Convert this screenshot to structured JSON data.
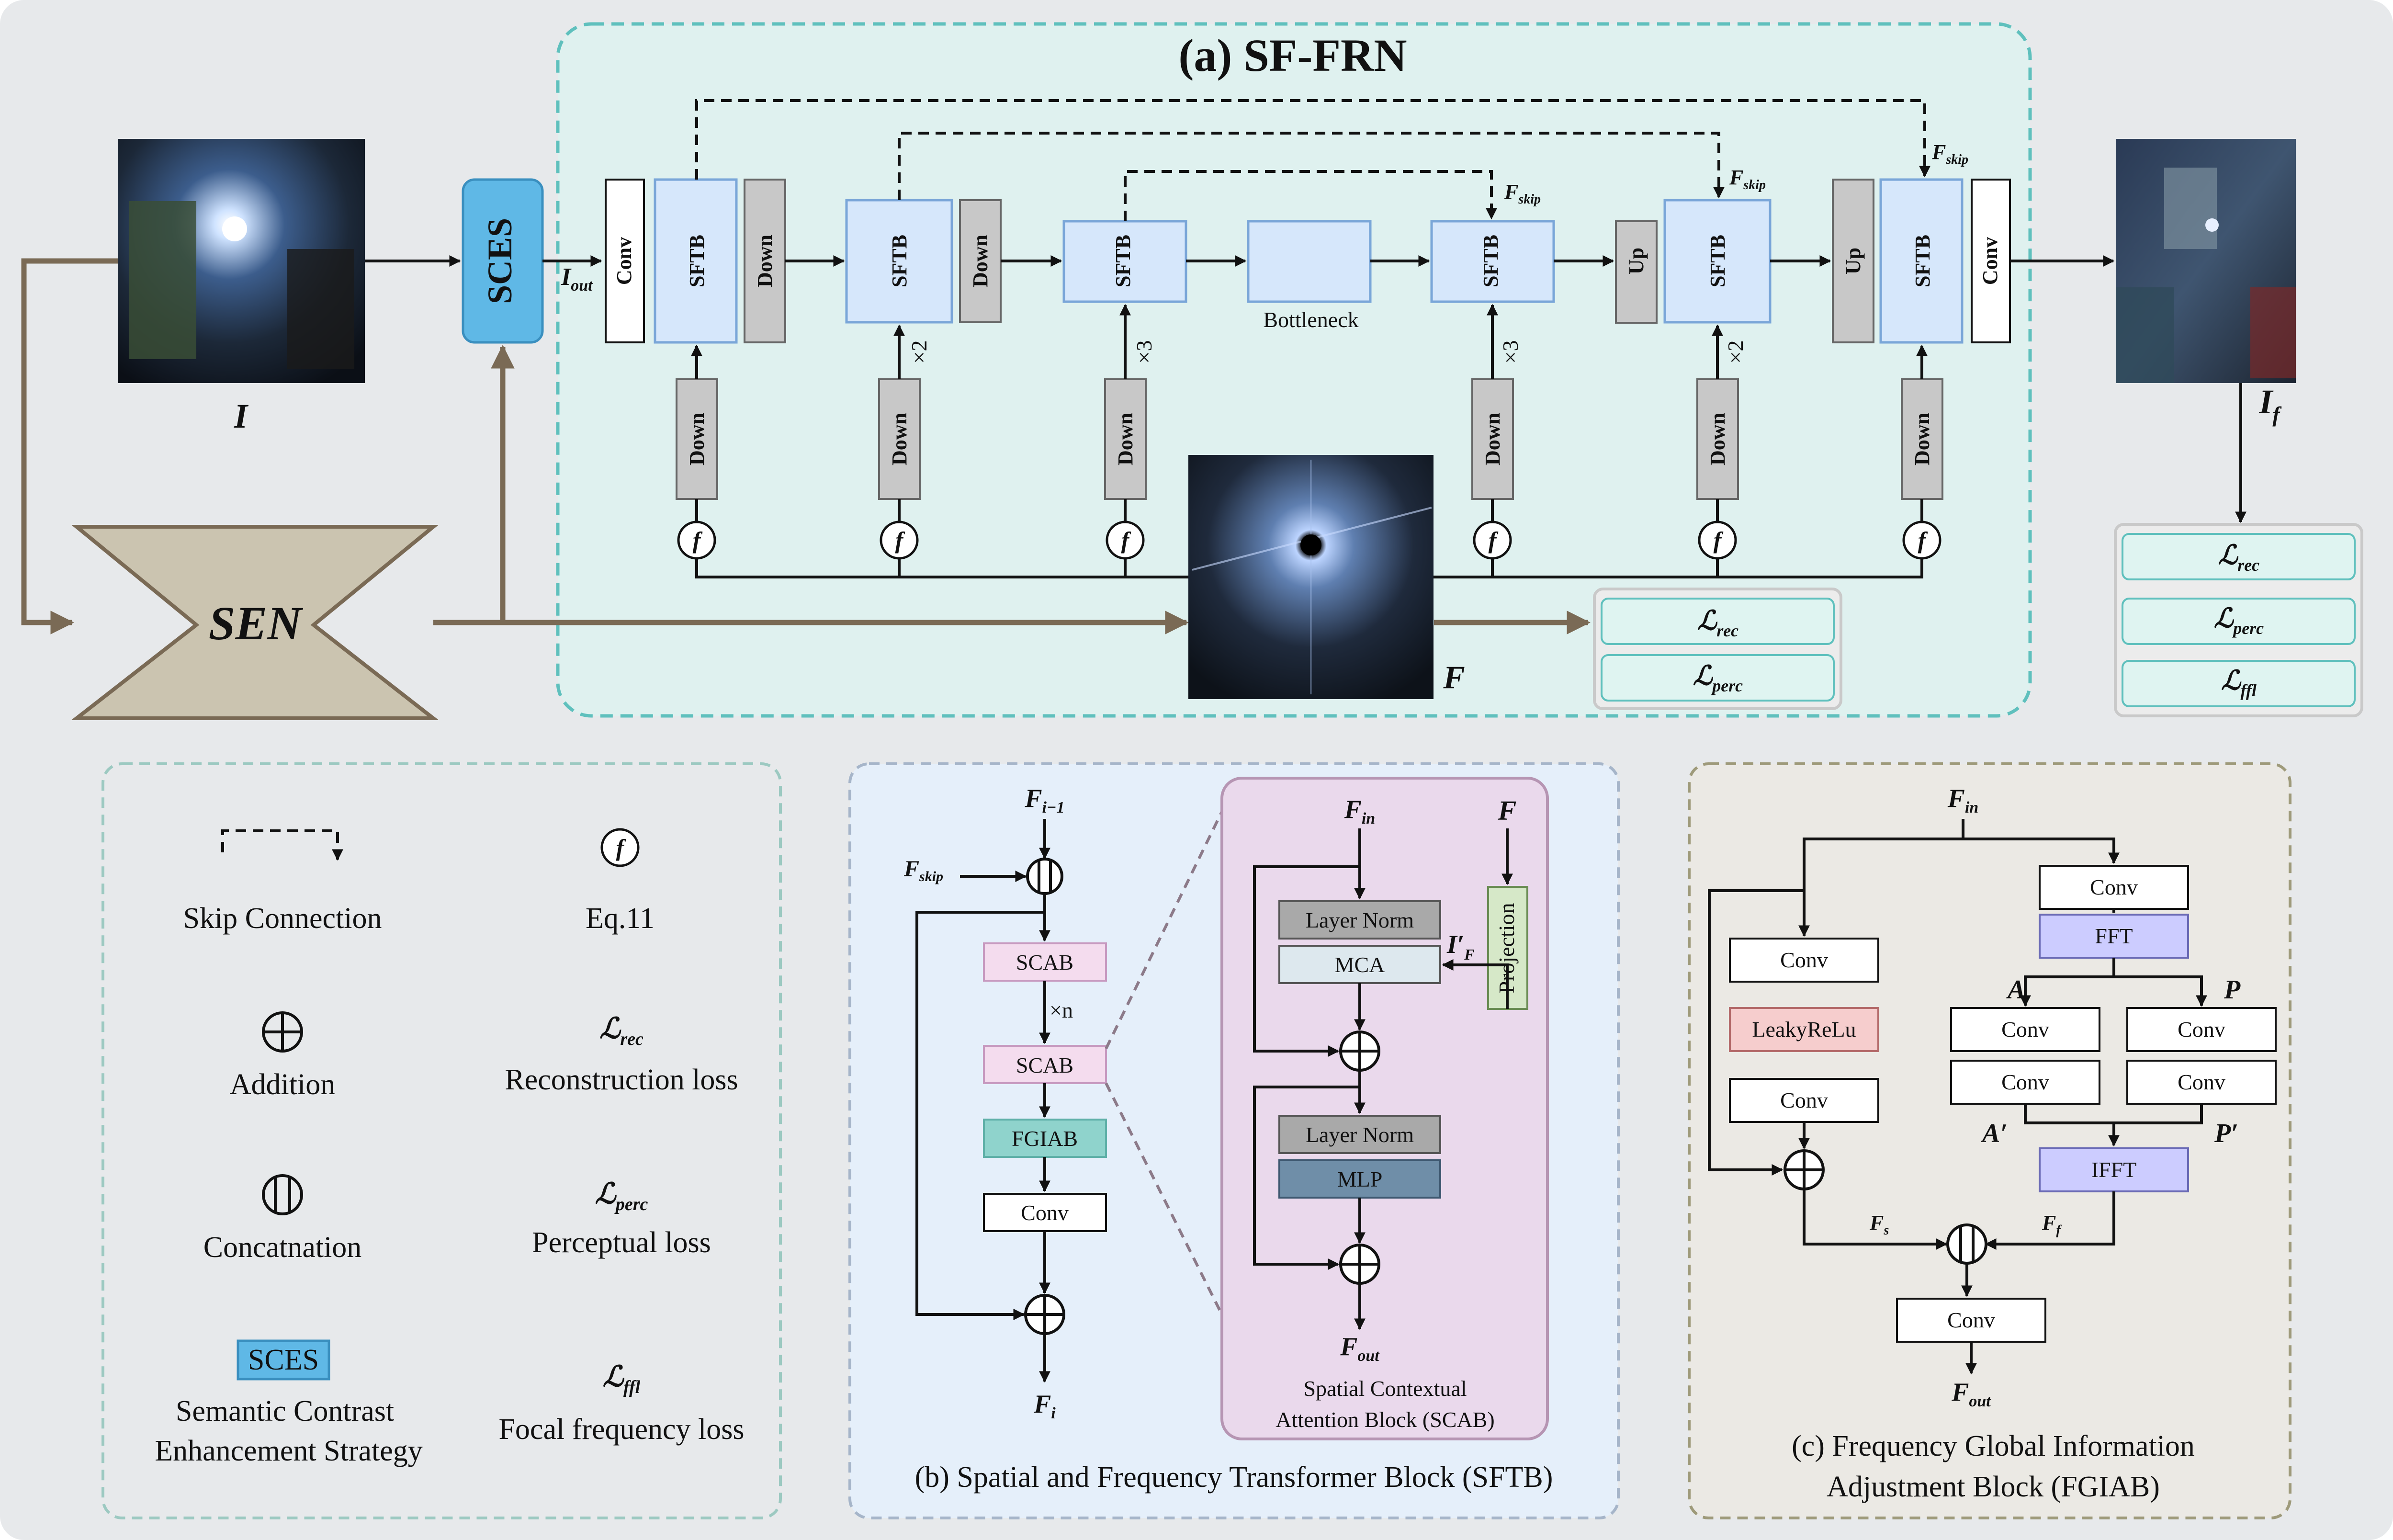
{
  "main_title": "(a) SF-FRN",
  "input_label": "I",
  "output_label": "I",
  "output_sub": "f",
  "sces_label": "SCES",
  "sen_label": "SEN",
  "iout": "I",
  "iout_sub": "out",
  "f_label": "F",
  "conv": "Conv",
  "sftb": "SFTB",
  "down": "Down",
  "up": "Up",
  "bottleneck": "Bottleneck",
  "fskip": "F",
  "fskip_sub": "skip",
  "f_op": "f",
  "x2": "×2",
  "x3": "×3",
  "loss_rec": "rec",
  "loss_perc": "perc",
  "loss_ffl": "ffl",
  "loss_symbol": "ℒ",
  "legend": {
    "skip": "Skip Connection",
    "eq": "Eq.11",
    "addition": "Addition",
    "rec": "Reconstruction loss",
    "concat": "Concatnation",
    "perc": "Perceptual loss",
    "sces_box": "SCES",
    "sces_line1": "Semantic Contrast",
    "sces_line2": "Enhancement Strategy",
    "ffl": "Focal frequency loss"
  },
  "sftb_block": {
    "fim1": "F",
    "fim1_sub": "i−1",
    "fskip": "F",
    "fskip_sub": "skip",
    "scab": "SCAB",
    "xn": "×n",
    "fgiab": "FGIAB",
    "conv": "Conv",
    "fi": "F",
    "fi_sub": "i",
    "fin": "F",
    "fin_sub": "in",
    "f": "F",
    "layer_norm": "Layer Norm",
    "mca": "MCA",
    "mlp": "MLP",
    "projection": "Projection",
    "if_prime": "I′",
    "if_sub": "F",
    "fout": "F",
    "fout_sub": "out",
    "scab_caption1": "Spatial Contextual",
    "scab_caption2": "Attention Block (SCAB)",
    "caption": "(b) Spatial and Frequency Transformer Block (SFTB)"
  },
  "fgiab_block": {
    "fin": "F",
    "fin_sub": "in",
    "conv": "Conv",
    "fft": "FFT",
    "leaky": "LeakyReLu",
    "a": "A",
    "p": "P",
    "a_prime": "A′",
    "p_prime": "P′",
    "ifft": "IFFT",
    "fs": "F",
    "fs_sub": "s",
    "ff": "F",
    "ff_sub": "f",
    "fout": "F",
    "fout_sub": "out",
    "caption1": "(c) Frequency  Global  Information",
    "caption2": "Adjustment Block (FGIAB)"
  },
  "colors": {
    "page_bg": "#e7e9eb",
    "teal_panel": "#dff1ef",
    "teal_border": "#5fc0bd",
    "sftb_fill": "#d6e7fb",
    "sftb_stroke": "#7aa6d8",
    "gray_block": "#c8c8c8",
    "sces_fill": "#5fb8e6",
    "sen_fill": "#cbc4b0",
    "sen_stroke": "#7a6a55",
    "loss_fill": "#dff4f1",
    "loss_border": "#5fc0bd",
    "sftb_panel": "#e5effa",
    "scab_panel": "#ead9ec",
    "scab_fill": "#f4dcee",
    "fgiab_fill": "#8fd3cc",
    "fgiab_panel": "#ebe9e4",
    "fft_fill": "#ccccff",
    "leaky_fill": "#f6cdcd",
    "mlp_fill": "#6f8ea8",
    "mca_fill": "#dde8ee",
    "layernorm_fill": "#a9a9a9",
    "projection_fill": "#d6e8c8"
  }
}
